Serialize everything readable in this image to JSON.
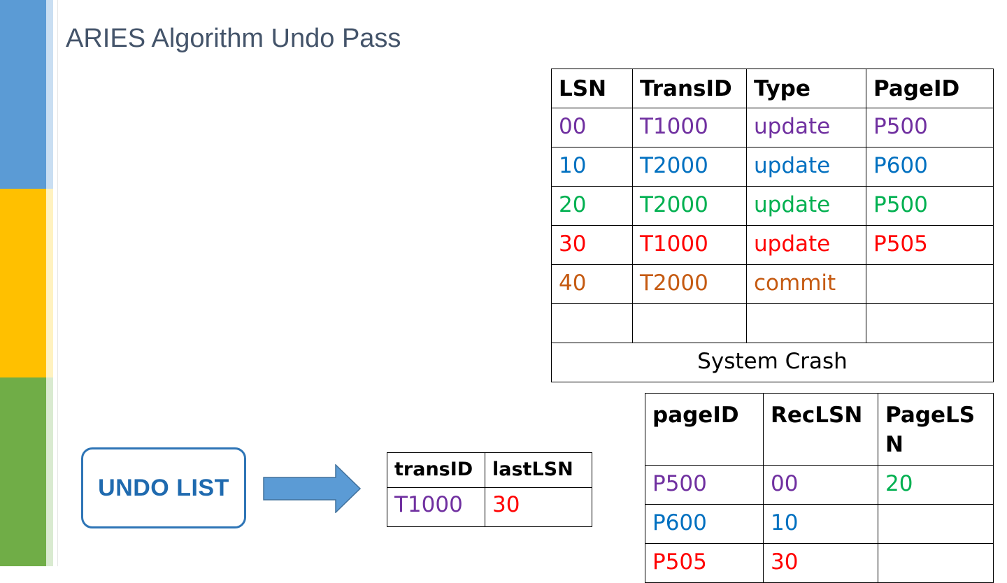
{
  "slide": {
    "title": "ARIES Algorithm Undo Pass"
  },
  "colors": {
    "purple": "#7030a0",
    "blue": "#0070c0",
    "green": "#00b050",
    "red": "#ff0000",
    "orange": "#c55a11",
    "title": "#44546a",
    "accent_blue": "#5b9bd5",
    "accent_yellow": "#ffc000",
    "accent_green": "#70ad47"
  },
  "log_table": {
    "headers": [
      "LSN",
      "TransID",
      "Type",
      "PageID"
    ],
    "rows": [
      {
        "color": "#7030a0",
        "cells": [
          "00",
          "T1000",
          "update",
          "P500"
        ]
      },
      {
        "color": "#0070c0",
        "cells": [
          "10",
          "T2000",
          "update",
          "P600"
        ]
      },
      {
        "color": "#00b050",
        "cells": [
          "20",
          "T2000",
          "update",
          "P500"
        ]
      },
      {
        "color": "#ff0000",
        "cells": [
          "30",
          "T1000",
          "update",
          "P505"
        ]
      },
      {
        "color": "#c55a11",
        "cells": [
          "40",
          "T2000",
          "commit",
          ""
        ]
      },
      {
        "color": "#000000",
        "cells": [
          "",
          "",
          "",
          ""
        ]
      }
    ],
    "footer": "System Crash"
  },
  "undo_list": {
    "label": "UNDO LIST",
    "arrow_icon": "right-arrow-icon"
  },
  "transaction_table": {
    "headers": [
      "transID",
      "lastLSN"
    ],
    "rows": [
      {
        "cells": [
          "T1000",
          "30"
        ],
        "colors": [
          "#7030a0",
          "#ff0000"
        ]
      }
    ]
  },
  "dirty_page_table": {
    "headers": [
      "pageID",
      "RecLSN",
      "PageLSN"
    ],
    "rows": [
      {
        "cells": [
          "P500",
          "00",
          "20"
        ],
        "colors": [
          "#7030a0",
          "#7030a0",
          "#00b050"
        ]
      },
      {
        "cells": [
          "P600",
          "10",
          ""
        ],
        "colors": [
          "#0070c0",
          "#0070c0",
          "#000000"
        ]
      },
      {
        "cells": [
          "P505",
          "30",
          ""
        ],
        "colors": [
          "#ff0000",
          "#ff0000",
          "#000000"
        ]
      }
    ]
  }
}
